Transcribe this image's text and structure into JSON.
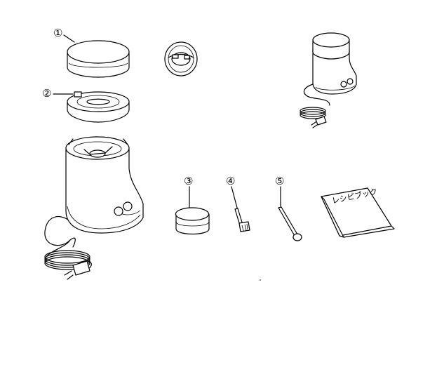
{
  "labels": {
    "part1": "①",
    "part2": "②",
    "part3": "③",
    "part4": "④",
    "part5": "⑤"
  },
  "recipe_book": {
    "title": "レシピブック"
  }
}
